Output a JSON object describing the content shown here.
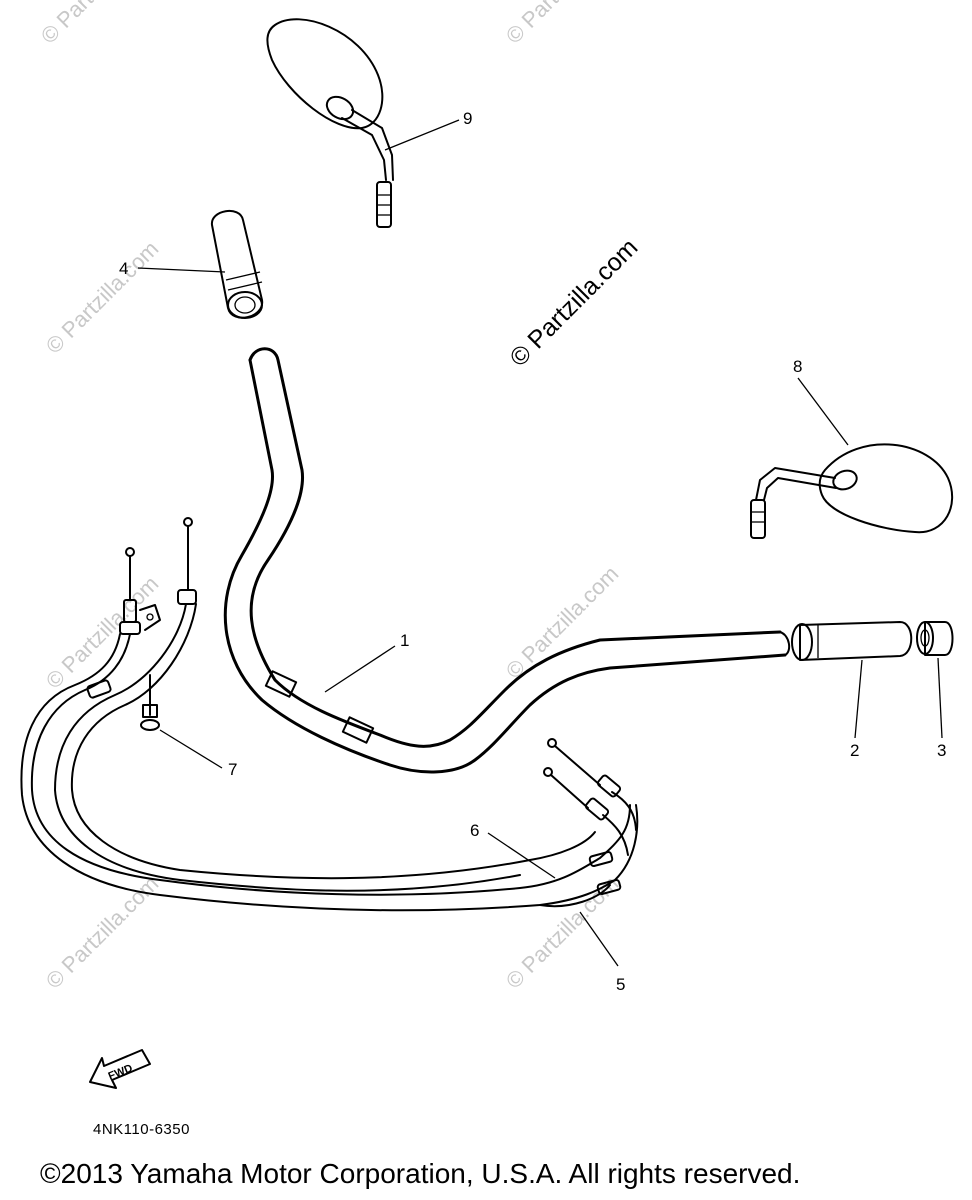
{
  "diagram": {
    "watermark_main": "© Partzilla.com",
    "watermark_faint": "© Partzilla.com",
    "part_number": "4NK110-6350",
    "copyright": "©2013 Yamaha Motor Corporation, U.S.A. All rights reserved.",
    "fwd_label": "FWD",
    "callouts": {
      "c1": "1",
      "c2": "2",
      "c3": "3",
      "c4": "4",
      "c5": "5",
      "c6": "6",
      "c7": "7",
      "c8": "8",
      "c9": "9"
    }
  }
}
